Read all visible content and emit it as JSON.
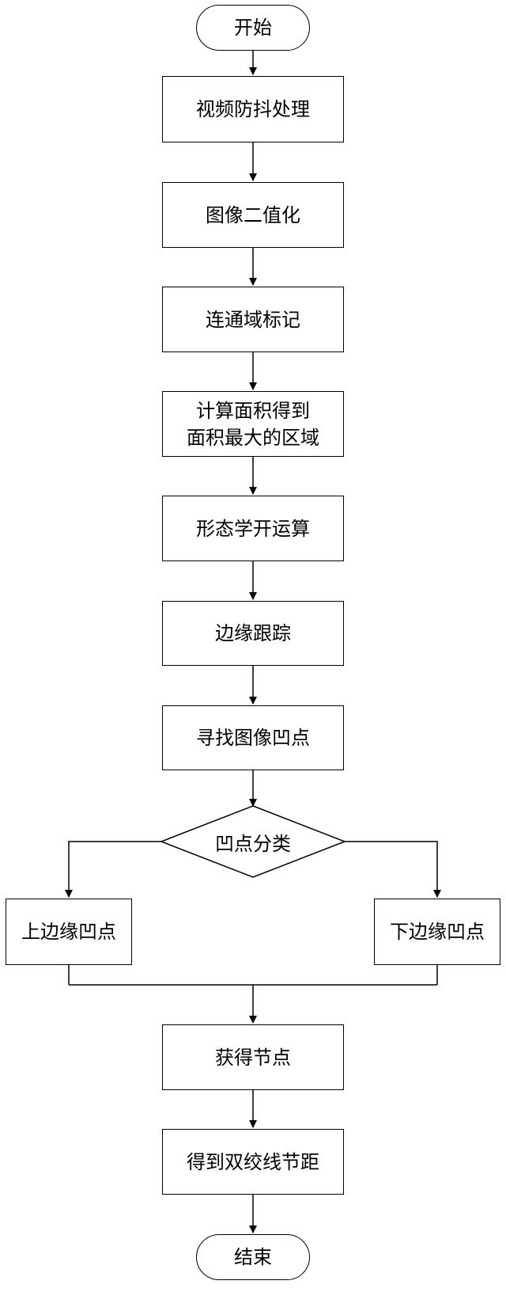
{
  "flowchart": {
    "start": "开始",
    "steps": [
      "视频防抖处理",
      "图像二值化",
      "连通域标记",
      [
        "计算面积得到",
        "面积最大的区域"
      ],
      "形态学开运算",
      "边缘跟踪",
      "寻找图像凹点"
    ],
    "decision": "凹点分类",
    "branch_left": "上边缘凹点",
    "branch_right": "下边缘凹点",
    "after_merge": [
      "获得节点",
      "得到双绞线节距"
    ],
    "end": "结束"
  }
}
